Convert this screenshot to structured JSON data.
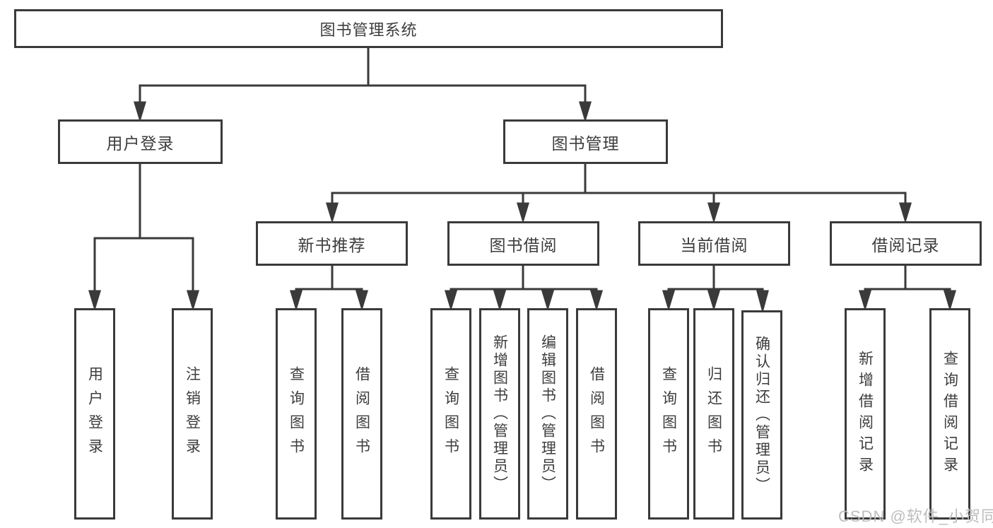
{
  "diagram": {
    "title": "图书管理系统",
    "watermark": "CSDN @软件_小贺同学",
    "colors": {
      "line": "#3a3a3a",
      "text": "#3d3d3d",
      "watermark": "#b9b9b9",
      "background": "#ffffff"
    },
    "nodes": {
      "root": "图书管理系统",
      "level2": {
        "user_login": "用户登录",
        "book_mgmt": "图书管理"
      },
      "level3": {
        "new_books": "新书推荐",
        "book_borrow": "图书借阅",
        "current_borrow": "当前借阅",
        "borrow_records": "借阅记录"
      },
      "leaves": {
        "login": "用户登录",
        "logout": "注销登录",
        "nb_query": "查询图书",
        "nb_borrow": "借阅图书",
        "bb_query": "查询图书",
        "bb_add": "新增图书（管理员）",
        "bb_edit": "编辑图书（管理员）",
        "bb_borrow": "借阅图书",
        "cb_query": "查询图书",
        "cb_return": "归还图书",
        "cb_confirm": "确认归还（管理员）",
        "br_add": "新增借阅记录",
        "br_query": "查询借阅记录"
      }
    }
  }
}
